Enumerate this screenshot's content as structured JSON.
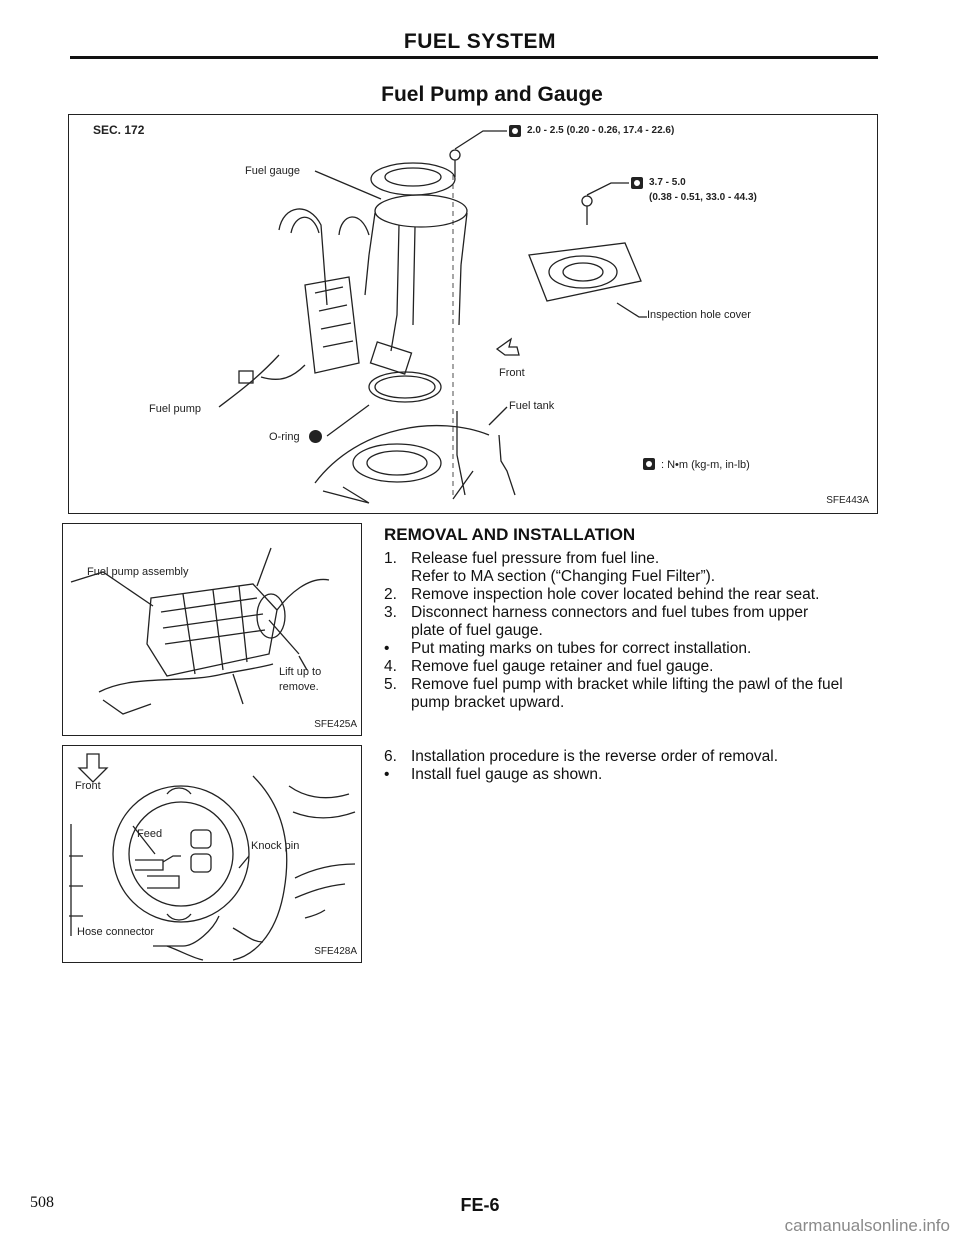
{
  "header": {
    "title": "FUEL SYSTEM"
  },
  "section": {
    "title": "Fuel Pump and Gauge"
  },
  "figure_main": {
    "sec": "SEC. 172",
    "labels": {
      "fuel_gauge": "Fuel gauge",
      "fuel_pump": "Fuel pump",
      "o_ring": "O-ring",
      "front": "Front",
      "fuel_tank": "Fuel tank",
      "inspection_cover": "Inspection hole cover"
    },
    "torque1": "2.0 - 2.5 (0.20 - 0.26, 17.4 - 22.6)",
    "torque2_line1": "3.7 - 5.0",
    "torque2_line2": "(0.38 - 0.51, 33.0 - 44.3)",
    "torque_legend": ": N•m (kg-m, in-lb)",
    "code": "SFE443A"
  },
  "figure_pump": {
    "labels": {
      "assembly": "Fuel pump assembly",
      "lift_line1": "Lift up to",
      "lift_line2": "remove."
    },
    "code": "SFE425A"
  },
  "figure_gauge": {
    "labels": {
      "front": "Front",
      "feed": "Feed",
      "knock_pin": "Knock pin",
      "hose_connector": "Hose connector"
    },
    "code": "SFE428A"
  },
  "removal": {
    "heading": "REMOVAL AND INSTALLATION",
    "steps": [
      {
        "marker": "1.",
        "lines": [
          "Release fuel pressure from fuel line.",
          "Refer to MA section (“Changing Fuel Filter”)."
        ]
      },
      {
        "marker": "2.",
        "lines": [
          "Remove inspection hole cover located behind the rear seat."
        ]
      },
      {
        "marker": "3.",
        "lines": [
          "Disconnect harness connectors and fuel tubes from upper",
          "plate of fuel gauge."
        ]
      },
      {
        "marker": "•",
        "lines": [
          "Put mating marks on tubes for correct installation."
        ]
      },
      {
        "marker": "4.",
        "lines": [
          "Remove fuel gauge retainer and fuel gauge."
        ]
      },
      {
        "marker": "5.",
        "lines": [
          "Remove fuel pump with bracket while lifting the pawl of the fuel",
          "pump bracket upward."
        ]
      }
    ],
    "steps2": [
      {
        "marker": "6.",
        "lines": [
          "Installation procedure is the reverse order of removal."
        ]
      },
      {
        "marker": "•",
        "lines": [
          "Install fuel gauge as shown."
        ]
      }
    ]
  },
  "footer": {
    "side_page": "508",
    "page": "FE-6"
  },
  "watermark": "carmanualsonline.info"
}
